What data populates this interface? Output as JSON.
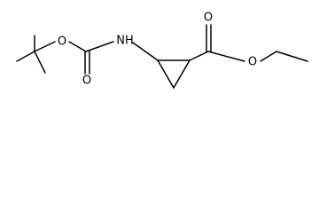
{
  "structure": {
    "atom_labels": {
      "o_tbu_ether": "O",
      "o_carbamate_carbonyl": "O",
      "nh": "NH",
      "o_ester_carbonyl": "O",
      "o_ethyl_ether": "O"
    },
    "colors": {
      "bond": "#000000",
      "label": "#000000",
      "background": "#ffffff"
    }
  }
}
